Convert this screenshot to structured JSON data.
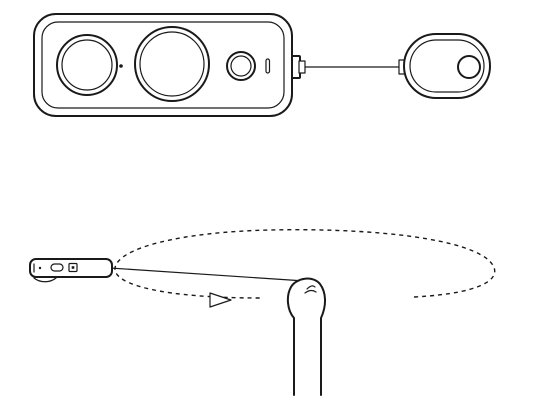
{
  "diagram": {
    "top_panel": "camera-with-remote-tether",
    "bottom_panel": "hand-swinging-camera-on-tether",
    "motion": "circular-rotation",
    "icons": {
      "camera": "camera-icon",
      "remote": "remote-control-icon",
      "hand": "hand-icon",
      "direction": "arrow-right-icon"
    },
    "colors": {
      "line": "#1a1a1a",
      "background": "#ffffff"
    }
  }
}
